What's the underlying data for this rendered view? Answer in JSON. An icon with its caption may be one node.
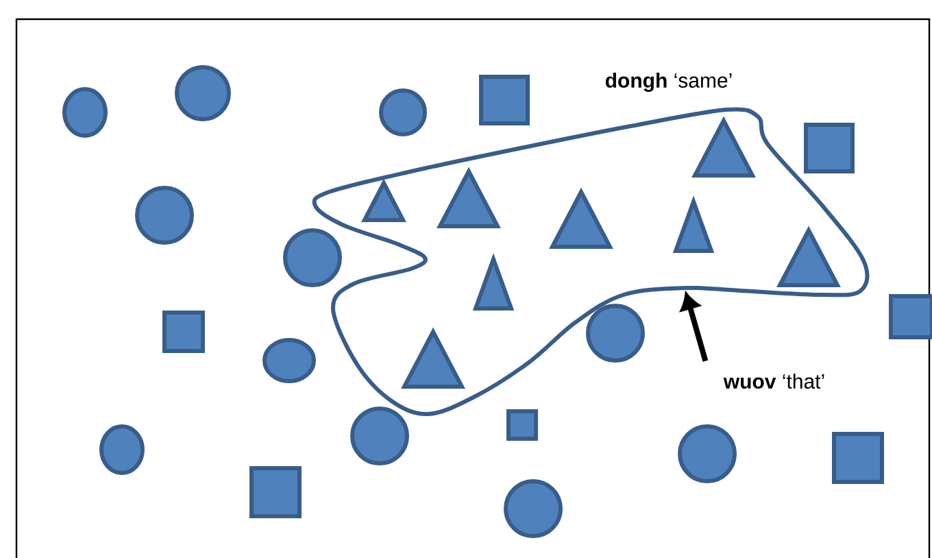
{
  "diagram": {
    "nodes": [
      {
        "text": [
          "**dongh** ‘same’"
        ]
      },
      {
        "text": [
          "**wuov** ‘that’"
        ]
      }
    ],
    "edges": [
      {
        "from": 1,
        "to": 0,
        "arrow": "to"
      }
    ]
  }
}
